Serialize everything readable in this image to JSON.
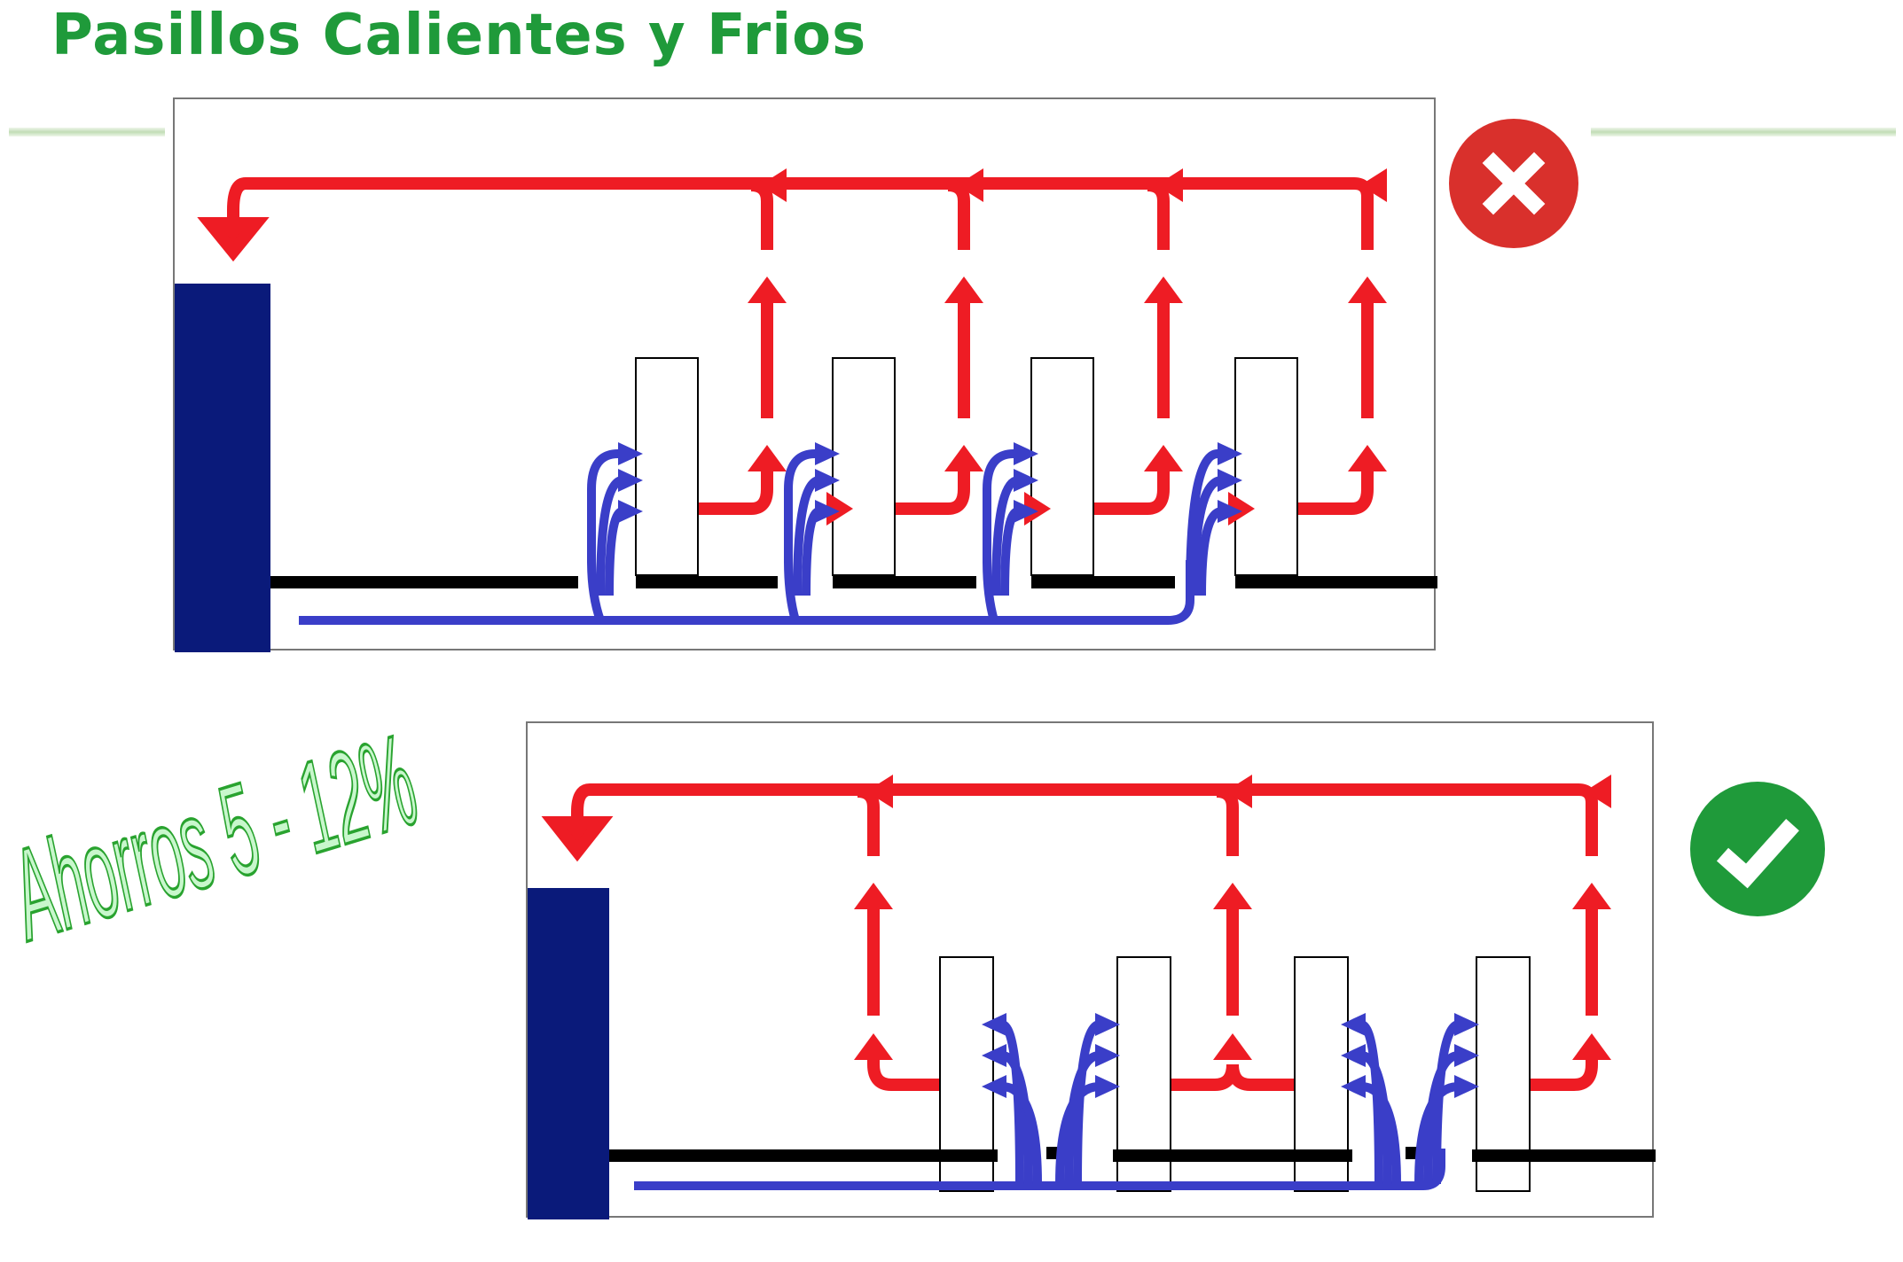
{
  "slide": {
    "title": "Pasillos Calientes y Frios",
    "savings_label": "Ahorros 5 - 12%"
  },
  "colors": {
    "title": "#1f9a3a",
    "hot_air": "#ee1c24",
    "cold_air": "#3a3ec8",
    "crac_unit": "#0a1a7a",
    "floor": "#000000",
    "bad_badge": "#d9302c",
    "good_badge": "#1f9a3a",
    "savings_fill": "#c8f7cc",
    "savings_stroke": "#29a32f"
  },
  "panels": [
    {
      "name": "incorrect-layout",
      "status": "incorrect",
      "badge_icon": "x-icon",
      "rack_count": 4
    },
    {
      "name": "correct-layout",
      "status": "correct",
      "badge_icon": "checkmark-icon",
      "rack_count": 4
    }
  ]
}
